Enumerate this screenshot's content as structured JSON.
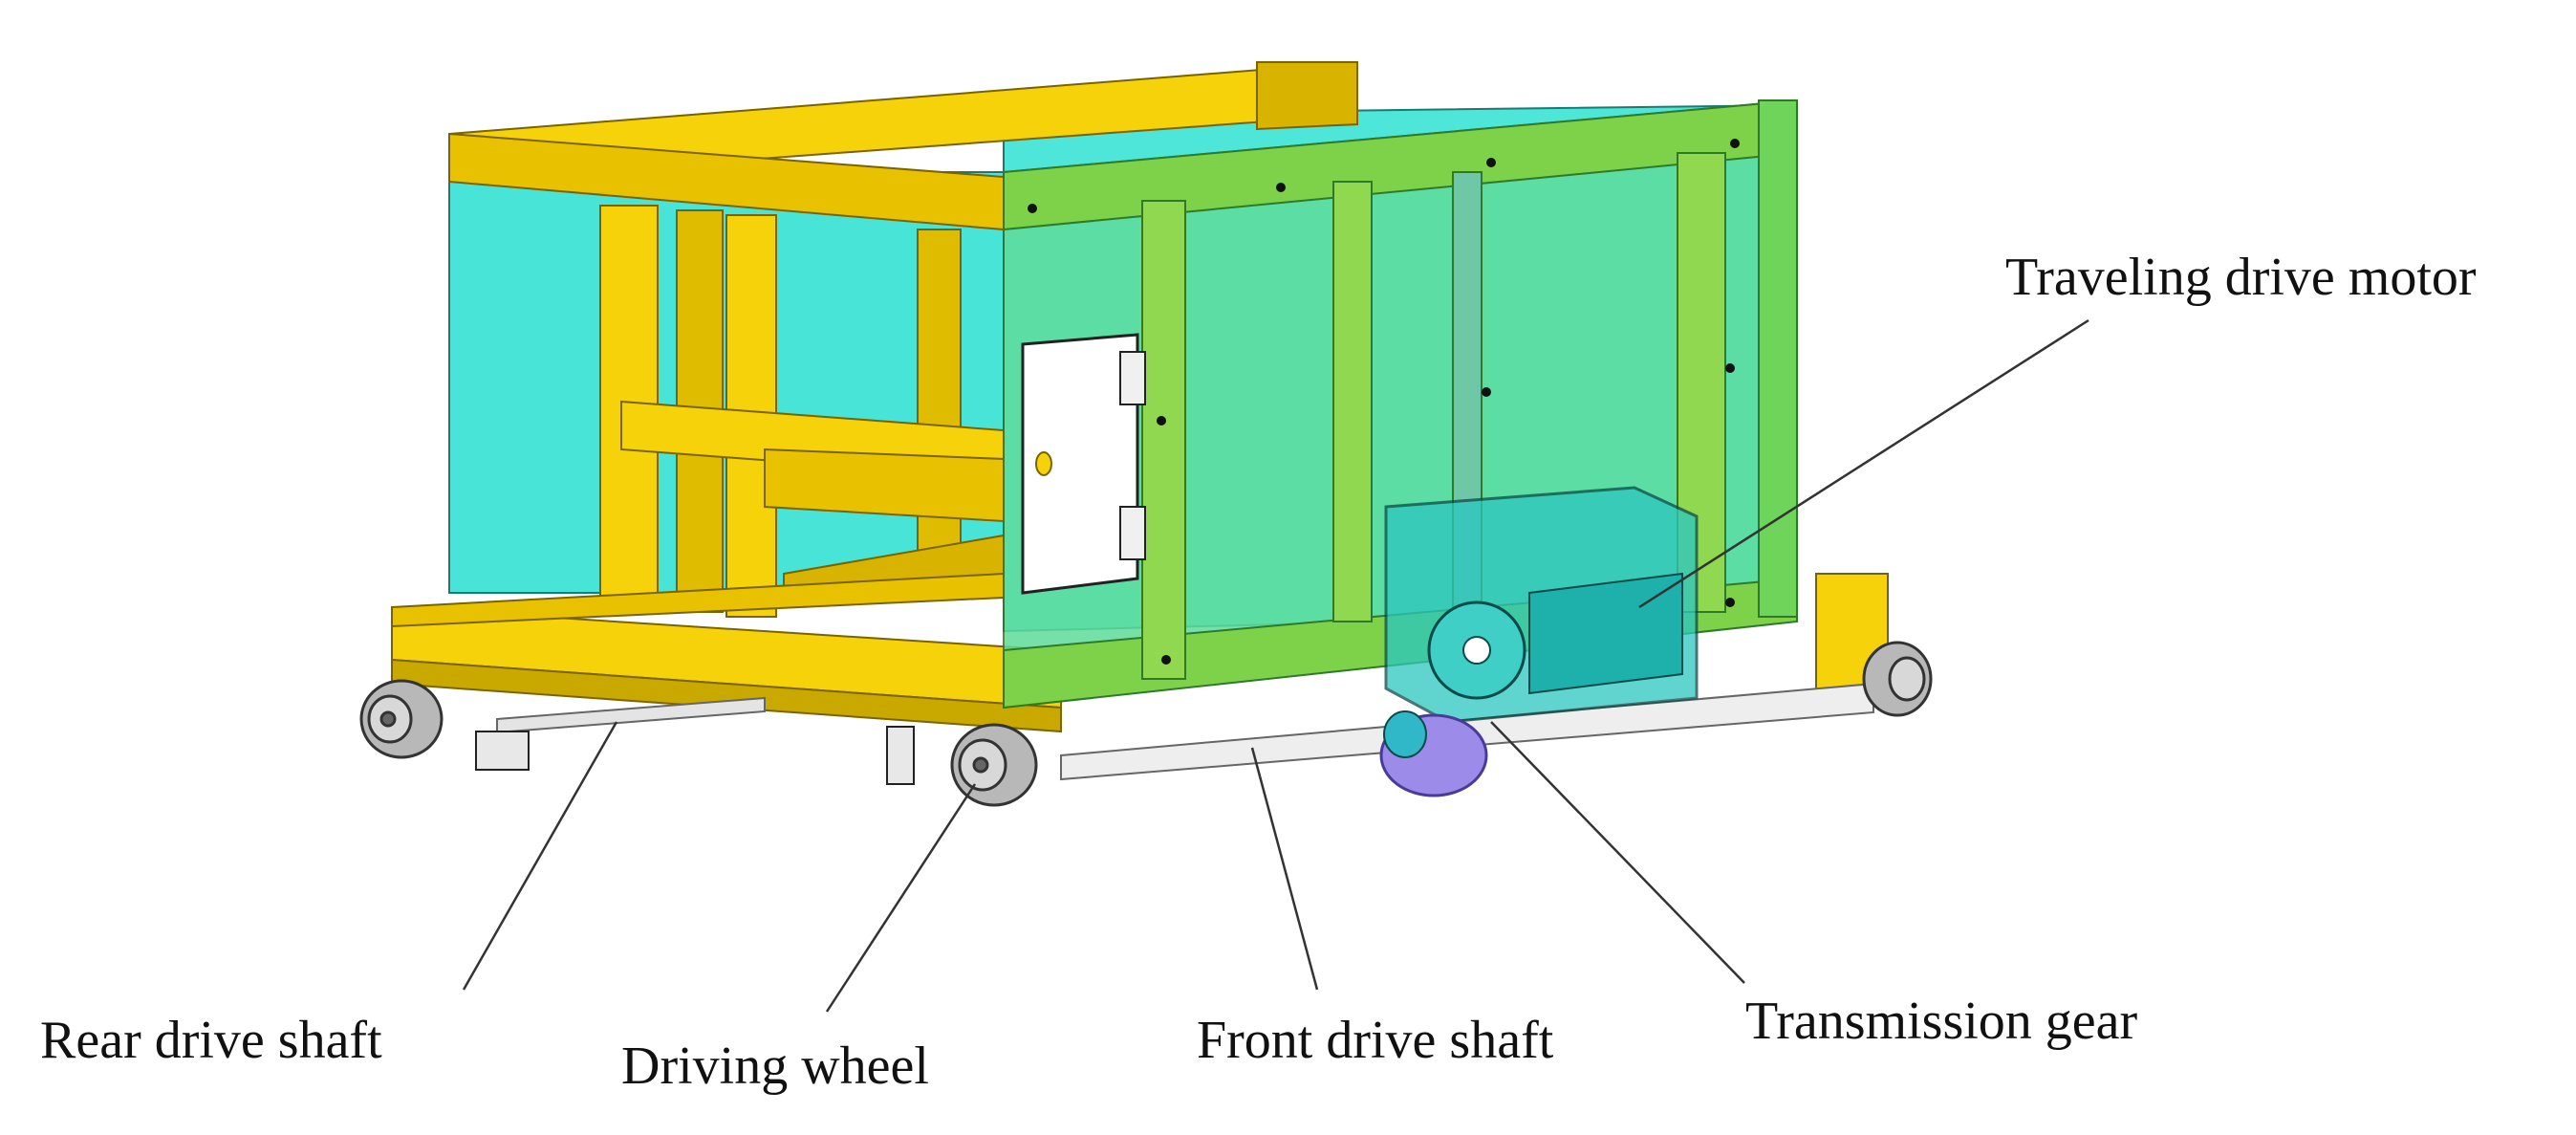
{
  "diagram": {
    "labels": {
      "traveling_drive_motor": "Traveling drive motor",
      "rear_drive_shaft": "Rear drive shaft",
      "driving_wheel": "Driving wheel",
      "front_drive_shaft": "Front drive shaft",
      "transmission_gear": "Transmission gear"
    },
    "colors": {
      "frame_yellow": "#F5D20A",
      "frame_yellow_dark": "#C9A800",
      "panel_cyan": "#49E4D8",
      "panel_green": "#6FD45A",
      "motor_teal": "#2BC6C0",
      "gear_purple": "#9D8BEA",
      "shaft_grey": "#E4E4E4",
      "wheel_grey": "#B8B8B8",
      "leader_line": "#333333"
    }
  }
}
